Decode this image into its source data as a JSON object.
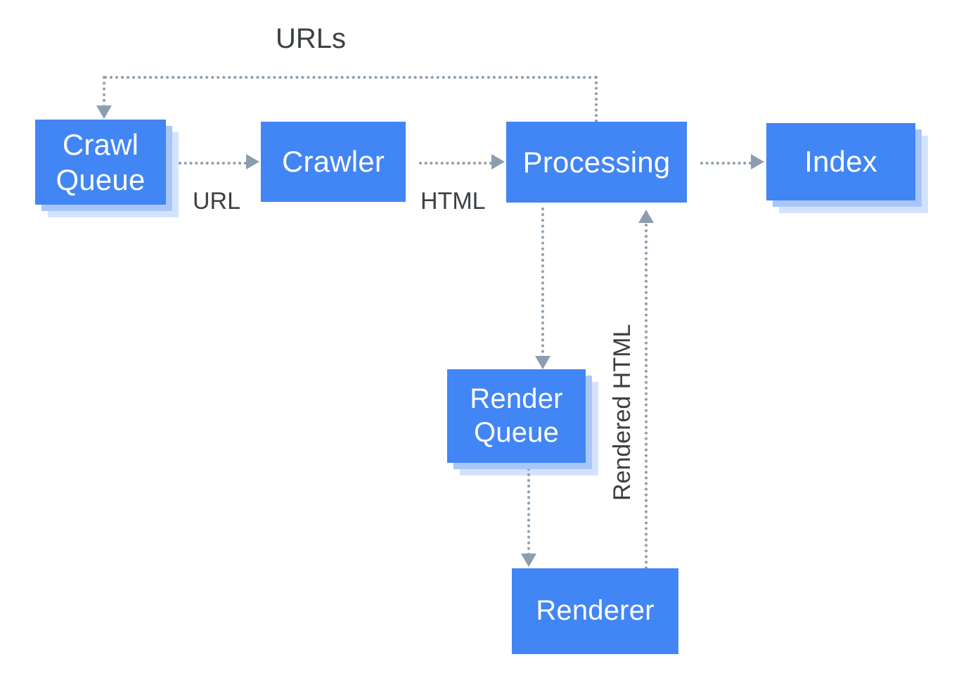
{
  "diagram": {
    "title": "URLs",
    "colors": {
      "node_fill": "#4285f4",
      "node_shadow_mid": "#a9c7f6",
      "node_shadow_light": "#d3e3fd",
      "connector": "#8c9ead",
      "label_text": "#3c4043",
      "node_text": "#ffffff",
      "background": "#ffffff"
    },
    "nodes": [
      {
        "id": "crawl-queue",
        "label": "Crawl\nQueue",
        "stacked": true,
        "font_size": 42
      },
      {
        "id": "crawler",
        "label": "Crawler",
        "stacked": false,
        "font_size": 42
      },
      {
        "id": "processing",
        "label": "Processing",
        "stacked": false,
        "font_size": 42
      },
      {
        "id": "index",
        "label": "Index",
        "stacked": true,
        "font_size": 42
      },
      {
        "id": "render-queue",
        "label": "Render\nQueue",
        "stacked": true,
        "font_size": 40
      },
      {
        "id": "renderer",
        "label": "Renderer",
        "stacked": false,
        "font_size": 40
      }
    ],
    "edges": [
      {
        "id": "crawl-queue-to-crawler",
        "label": "URL",
        "from": "crawl-queue",
        "to": "crawler"
      },
      {
        "id": "crawler-to-processing",
        "label": "HTML",
        "from": "crawler",
        "to": "processing"
      },
      {
        "id": "processing-to-index",
        "label": "",
        "from": "processing",
        "to": "index"
      },
      {
        "id": "processing-to-crawl-queue",
        "label": "URLs",
        "from": "processing",
        "to": "crawl-queue"
      },
      {
        "id": "processing-to-render-queue",
        "label": "",
        "from": "processing",
        "to": "render-queue"
      },
      {
        "id": "render-queue-to-renderer",
        "label": "",
        "from": "render-queue",
        "to": "renderer"
      },
      {
        "id": "renderer-to-processing",
        "label": "Rendered HTML",
        "from": "renderer",
        "to": "processing"
      }
    ]
  }
}
